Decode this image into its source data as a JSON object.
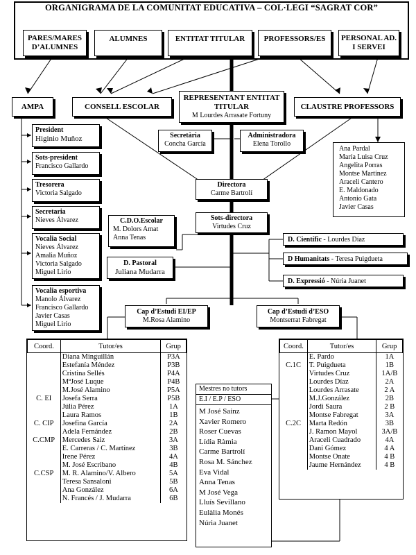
{
  "title": "ORGANIGRAMA DE LA COMUNITAT EDUCATIVA – COL·LEGI “SAGRAT COR”",
  "top_groups": [
    "PARES/MARES D’ALUMNES",
    "ALUMNES",
    "ENTITAT TITULAR",
    "PROFESSORS/ES",
    "PERSONAL AD. I SERVEI"
  ],
  "ampa": "AMPA",
  "consell": "CONSELL ESCOLAR",
  "representant": {
    "title": "REPRESENTANT ENTITAT TITULAR",
    "name": "M Lourdes Arrasate Fortuny"
  },
  "claustre": "CLAUSTRE PROFESSORS",
  "ampa_roles": [
    {
      "role": "President",
      "names": [
        "Higinio Muñoz"
      ]
    },
    {
      "role": "Sots-president",
      "names": [
        "Francisco Gallardo"
      ]
    },
    {
      "role": "Tresorera",
      "names": [
        "Victoria Salgado"
      ]
    },
    {
      "role": "Secretaria",
      "names": [
        "Nieves Álvarez"
      ]
    },
    {
      "role": "Vocalia Social",
      "names": [
        "Nieves Álvarez",
        "Amalia Muñoz",
        "Victoria Salgado",
        "Miguel Lirio"
      ]
    },
    {
      "role": "Vocalia esportiva",
      "names": [
        "Manolo Álvarez",
        "Francisco Gallardo",
        "Javier Casas",
        "Miguel Lirio"
      ]
    }
  ],
  "secretaria": {
    "role": "Secretària",
    "name": "Concha García"
  },
  "administradora": {
    "role": "Administradora",
    "name": "Elena Torollo"
  },
  "claustre_members": [
    "Ana Pardal",
    "María Luisa Cruz",
    "Angelita Porras",
    "Montse Martínez",
    "Araceli Cantero",
    "E. Maldonado",
    "Antonio Gata",
    "Javier Casas"
  ],
  "directora": {
    "role": "Directora",
    "name": "Carme Bartrolí"
  },
  "sotsdirectora": {
    "role": "Sots-directora",
    "name": "Virtudes Cruz"
  },
  "cdo": {
    "role": "C.D.O.Escolar",
    "names": [
      "M. Dolors Amat",
      "Anna Tenas"
    ]
  },
  "pastoral": {
    "role": "D. Pastoral",
    "name": "Juliana Mudarra"
  },
  "depts": [
    {
      "role": "D. Científic",
      "name": "- Lourdes Díaz"
    },
    {
      "role": "D Humanitats",
      "name": "- Teresa Puigdueta"
    },
    {
      "role": "D. Expressió",
      "name": "- Núria Juanet"
    }
  ],
  "cap_eiep": {
    "role": "Cap d’Estudi EI/EP",
    "name": "M.Rosa Alamino"
  },
  "cap_eso": {
    "role": "Cap d’Estudi d’ESO",
    "name": "Montserrat Fabregat"
  },
  "table_headers": {
    "coord": "Coord.",
    "tutors": "Tutor/es",
    "grup": "Grup"
  },
  "primaria_rows": [
    [
      "",
      "Diana Minguillán",
      "P3A"
    ],
    [
      "",
      "Estefanía Méndez",
      "P3B"
    ],
    [
      "",
      "Cristina Sellés",
      "P4A"
    ],
    [
      "",
      "MªJosé Luque",
      "P4B"
    ],
    [
      "",
      "M.José Alamino",
      "P5A"
    ],
    [
      "C. EI",
      "Josefa Serra",
      "P5B"
    ],
    [
      "",
      "Júlia Pérez",
      "1A"
    ],
    [
      "",
      "Laura Ramos",
      "1B"
    ],
    [
      "C. CIP",
      "Josefina García",
      "2A"
    ],
    [
      "",
      "Adela Fernández",
      "2B"
    ],
    [
      "C.CMP",
      "Mercedes Saiz",
      "3A"
    ],
    [
      "",
      "E. Carreras / C. Martínez",
      "3B"
    ],
    [
      "",
      "Irene Pérez",
      "4A"
    ],
    [
      "",
      "M. José Escribano",
      "4B"
    ],
    [
      "C.CSP",
      "M. R. Alamino/V. Albero",
      "5A"
    ],
    [
      "",
      "Teresa Sansaloni",
      "5B"
    ],
    [
      "",
      "Ana González",
      "6A"
    ],
    [
      "",
      "N. Francés / J. Mudarra",
      "6B"
    ]
  ],
  "mestres_title": "Mestres no tutors",
  "mestres_sub": "E.I / E.P / ESO",
  "mestres": [
    "M José Sainz",
    "Xavier Romero",
    "Roser Cuevas",
    "Lídia Ràmia",
    "Carme Bartrolí",
    "Rosa M. Sánchez",
    "Eva Vidal",
    "Anna Tenas",
    "M José Vega",
    "Lluís Sevillano",
    "Eulàlia Monés",
    "Núria Juanet"
  ],
  "eso_rows": [
    [
      "",
      "E. Pardo",
      "1A"
    ],
    [
      "C.1C",
      "T. Puigdueta",
      "1B"
    ],
    [
      "",
      "Virtudes Cruz",
      "1A/B"
    ],
    [
      "",
      "Lourdes  Díaz",
      "2A"
    ],
    [
      "",
      "Lourdes Arrasate",
      "2 A"
    ],
    [
      "",
      "M.J.González",
      "2B"
    ],
    [
      "",
      "Jordi Saura",
      "2 B"
    ],
    [
      "",
      "Montse Fabregat",
      "3A"
    ],
    [
      "C.2C",
      "Marta  Redón",
      "3B"
    ],
    [
      "",
      "J. Ramon Mayol",
      "3A/B"
    ],
    [
      "",
      "Araceli Cuadrado",
      "4A"
    ],
    [
      "",
      "Dani Gómez",
      "4 A"
    ],
    [
      "",
      "Montse Onate",
      "4 B"
    ],
    [
      "",
      "Jaume Hernández",
      "4 B"
    ]
  ]
}
